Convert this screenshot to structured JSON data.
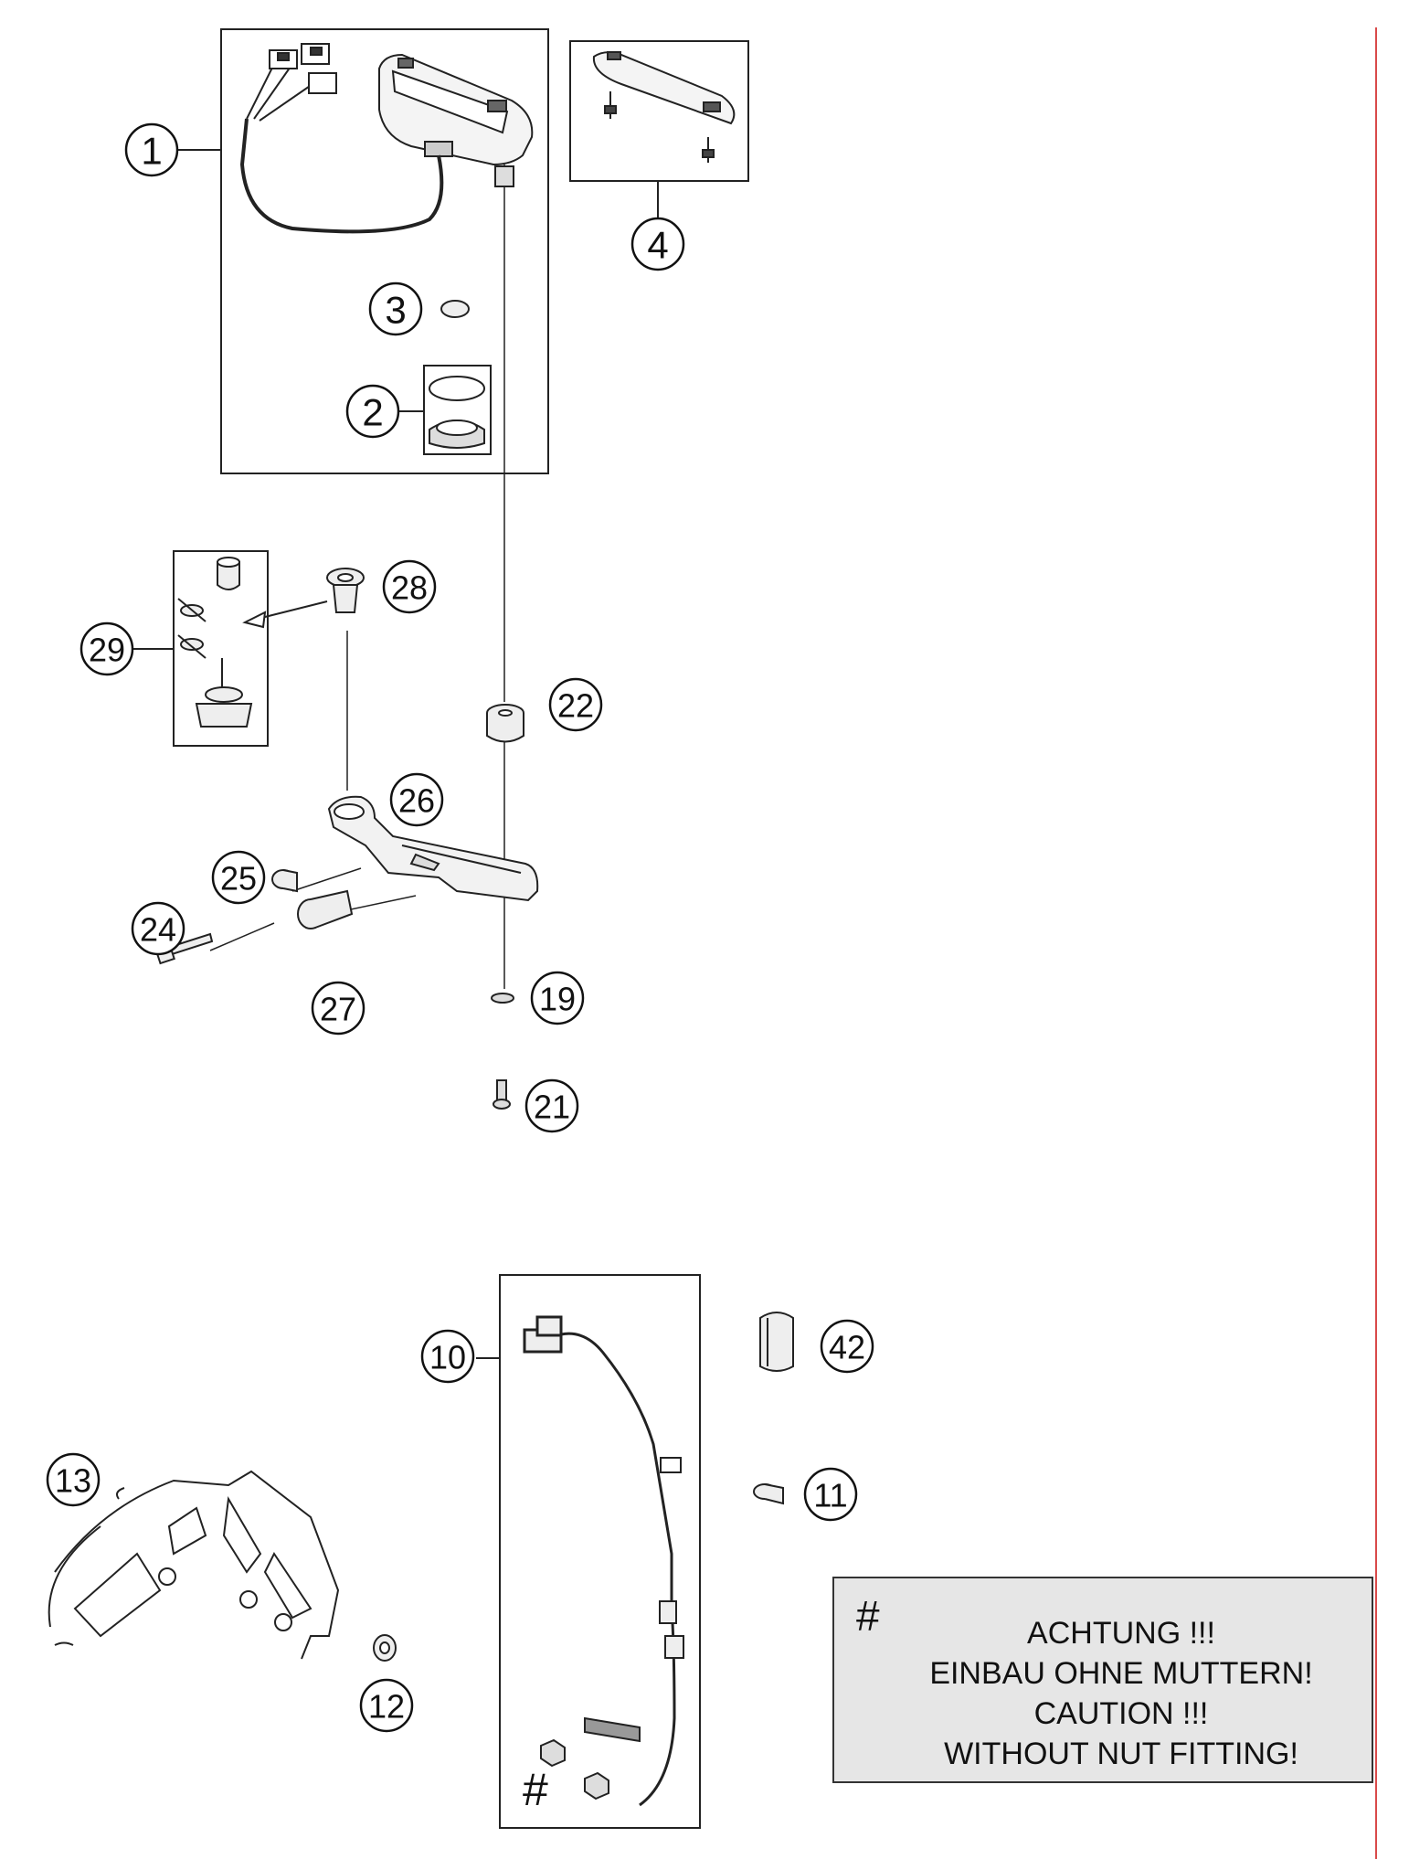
{
  "callouts": {
    "c1": "1",
    "c2": "2",
    "c3": "3",
    "c4": "4",
    "c10": "10",
    "c11": "11",
    "c12": "12",
    "c13": "13",
    "c19": "19",
    "c21": "21",
    "c22": "22",
    "c24": "24",
    "c25": "25",
    "c26": "26",
    "c27": "27",
    "c28": "28",
    "c29": "29",
    "c42": "42"
  },
  "hash_symbol": "#",
  "note": {
    "symbol": "#",
    "lines": [
      "ACHTUNG !!!",
      "EINBAU OHNE MUTTERN!",
      "CAUTION !!!",
      "WITHOUT NUT FITTING!"
    ]
  },
  "colors": {
    "line": "#222222",
    "margin_rule": "#d94a4a",
    "note_bg": "#e6e6e6"
  }
}
